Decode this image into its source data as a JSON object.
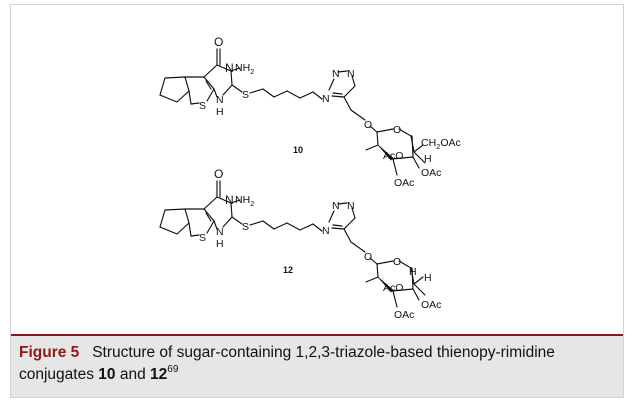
{
  "figure": {
    "label": "Figure 5",
    "caption_text": "Structure of sugar-containing 1,2,3-triazole-based thienopy-rimidine conjugates",
    "caption_compound_1": "10",
    "caption_and": "and",
    "caption_compound_2": "12",
    "caption_ref": "69"
  },
  "structures": {
    "compound_1_label": "10",
    "compound_2_label": "12",
    "atoms": {
      "O": "O",
      "N": "N",
      "NH2_main": "NH",
      "NH2_sub": "2",
      "S": "S",
      "NH": "N",
      "H": "H",
      "AcO": "AcO",
      "OAc": "OAc",
      "CH2OAc_a": "CH",
      "CH2OAc_sub": "2",
      "CH2OAc_b": "OAc"
    }
  },
  "colors": {
    "accent": "#8b1a1a",
    "caption_bg": "#e6e6e6",
    "frame_border": "#d3d3d3"
  }
}
